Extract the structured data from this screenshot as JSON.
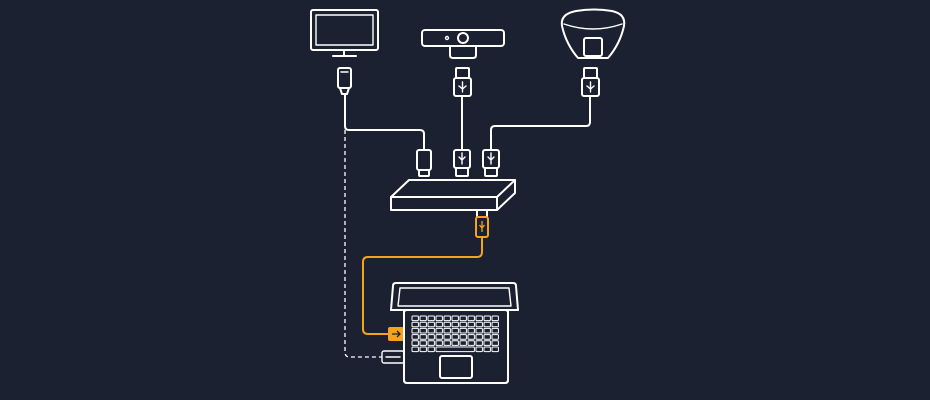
{
  "colors": {
    "background": "#1b2130",
    "line": "#ffffff",
    "accent_cable": "#f5a31a"
  },
  "devices": [
    {
      "name": "monitor-icon",
      "connector": "hdmi"
    },
    {
      "name": "webcam-icon",
      "connector": "usb"
    },
    {
      "name": "speakerphone-icon",
      "connector": "usb"
    },
    {
      "name": "usb-hub-dock-icon",
      "connector": "usb"
    },
    {
      "name": "laptop-icon",
      "connector": "usb-and-hdmi"
    }
  ]
}
